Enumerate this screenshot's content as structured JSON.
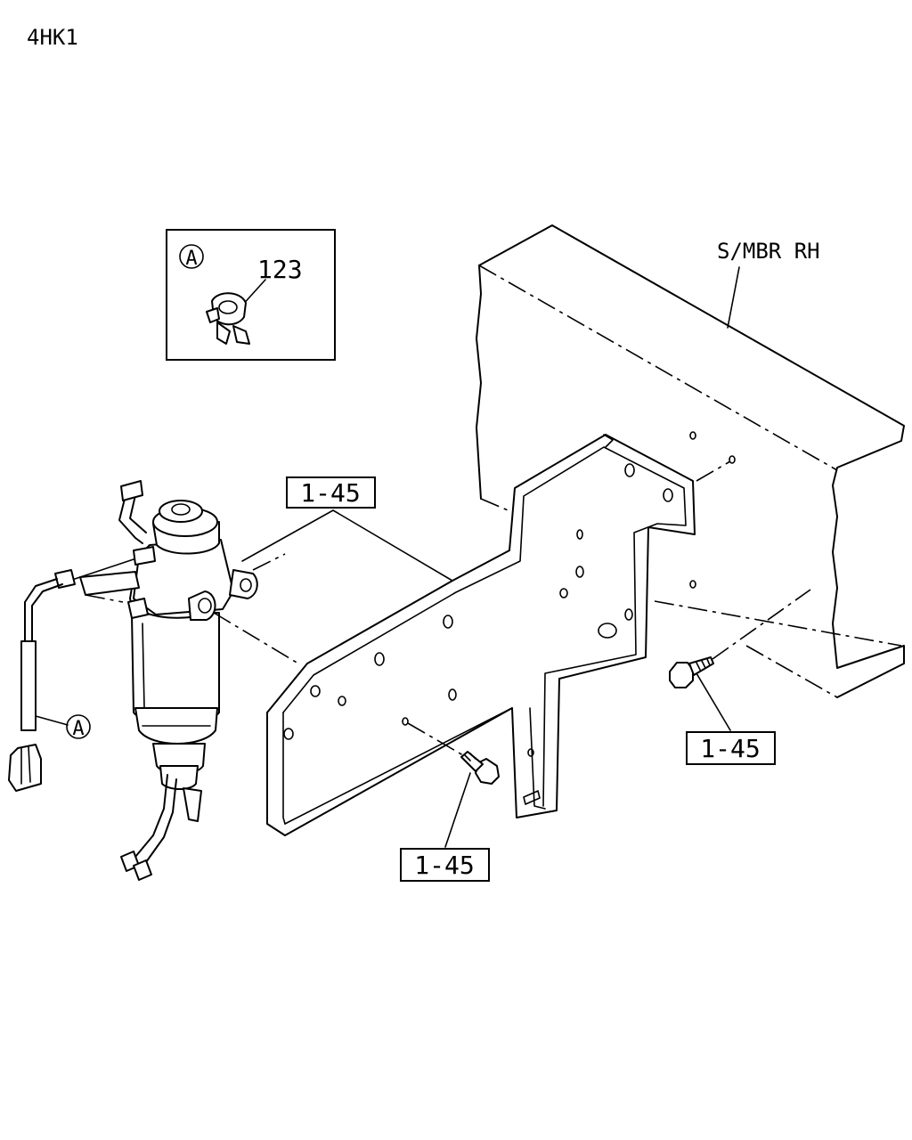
{
  "engine_code": "4HK1",
  "labels": {
    "member": "S/MBR RH",
    "detail_marker": "A",
    "detail_part": "123",
    "wire_marker": "A",
    "ref_upper": "1-45",
    "ref_right": "1-45",
    "ref_lower": "1-45"
  }
}
